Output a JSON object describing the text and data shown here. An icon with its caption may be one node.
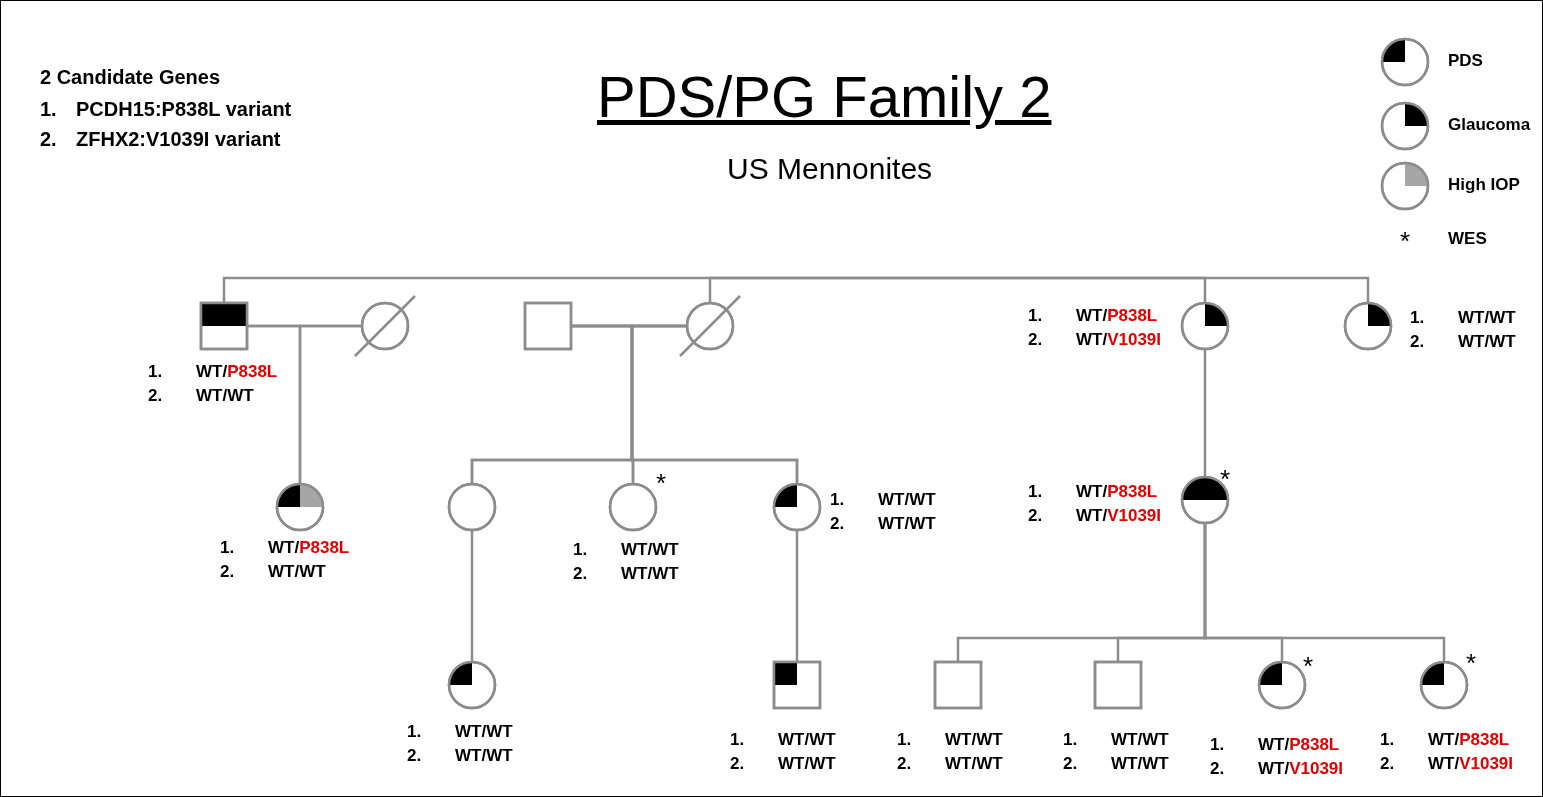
{
  "diagram": {
    "title": "PDS/PG Family 2",
    "nodes": [
      {
        "text": [],
        "shape": "box",
        "beside": [
          "1. WT/P838L",
          "2. WT/WT"
        ]
      },
      {
        "text": [],
        "shape": "circle"
      },
      {
        "text": [],
        "shape": "box"
      },
      {
        "text": [],
        "shape": "circle"
      },
      {
        "text": [],
        "shape": "circle",
        "beside": [
          "1. WT/P838L",
          "2. WT/V1039I"
        ]
      },
      {
        "text": [],
        "shape": "circle",
        "beside": [
          "1. WT/WT",
          "2. WT/WT"
        ]
      },
      {
        "text": [],
        "shape": "circle",
        "beside": [
          "1. WT/P838L",
          "2. WT/WT"
        ]
      },
      {
        "text": [],
        "shape": "circle"
      },
      {
        "text": [],
        "shape": "circle",
        "beside": [
          "*",
          "1. WT/WT",
          "2. WT/WT"
        ]
      },
      {
        "text": [],
        "shape": "circle",
        "beside": [
          "1. WT/WT",
          "2. WT/WT"
        ]
      },
      {
        "text": [],
        "shape": "circle",
        "beside": [
          "*",
          "1. WT/P838L",
          "2. WT/V1039I"
        ]
      },
      {
        "text": [],
        "shape": "circle",
        "beside": [
          "1. WT/WT",
          "2. WT/WT"
        ]
      },
      {
        "text": [],
        "shape": "box",
        "beside": [
          "1. WT/WT",
          "2. WT/WT"
        ]
      },
      {
        "text": [],
        "shape": "box",
        "beside": [
          "1. WT/WT",
          "2. WT/WT"
        ]
      },
      {
        "text": [],
        "shape": "box",
        "beside": [
          "1. WT/WT",
          "2. WT/WT"
        ]
      },
      {
        "text": [],
        "shape": "circle",
        "beside": [
          "*",
          "1. WT/P838L",
          "2. WT/V1039I"
        ]
      },
      {
        "text": [],
        "shape": "circle",
        "beside": [
          "*",
          "1. WT/P838L",
          "2. WT/V1039I"
        ]
      }
    ],
    "edges": [
      {
        "from": 0,
        "to": 1,
        "arrow": "none"
      },
      {
        "from": 2,
        "to": 3,
        "arrow": "none"
      },
      {
        "from": 0,
        "to": 6,
        "arrow": "none"
      },
      {
        "from": 1,
        "to": 6,
        "arrow": "none"
      },
      {
        "from": 2,
        "to": 7,
        "arrow": "none"
      },
      {
        "from": 2,
        "to": 8,
        "arrow": "none"
      },
      {
        "from": 2,
        "to": 9,
        "arrow": "none"
      },
      {
        "from": 3,
        "to": 7,
        "arrow": "none"
      },
      {
        "from": 3,
        "to": 8,
        "arrow": "none"
      },
      {
        "from": 3,
        "to": 9,
        "arrow": "none"
      },
      {
        "from": 4,
        "to": 10,
        "arrow": "none"
      },
      {
        "from": 7,
        "to": 11,
        "arrow": "none"
      },
      {
        "from": 9,
        "to": 12,
        "arrow": "none"
      },
      {
        "from": 10,
        "to": 13,
        "arrow": "none"
      },
      {
        "from": 10,
        "to": 14,
        "arrow": "none"
      },
      {
        "from": 10,
        "to": 15,
        "arrow": "none"
      },
      {
        "from": 10,
        "to": 16,
        "arrow": "none"
      },
      {
        "from": null,
        "to": 0,
        "arrow": "none"
      },
      {
        "from": null,
        "to": 3,
        "arrow": "none"
      },
      {
        "from": null,
        "to": 4,
        "arrow": "none"
      },
      {
        "from": null,
        "to": 5,
        "arrow": "none"
      }
    ],
    "labels": [
      "2 Candidate Genes",
      "1. PCDH15:P838L variant",
      "2. ZFHX2:V1039I variant",
      "US Mennonites",
      "*"
    ],
    "legend": [
      {
        "text": "PDS"
      },
      {
        "text": "Glaucoma"
      },
      {
        "text": "High IOP"
      },
      {
        "text": "WES"
      }
    ]
  }
}
